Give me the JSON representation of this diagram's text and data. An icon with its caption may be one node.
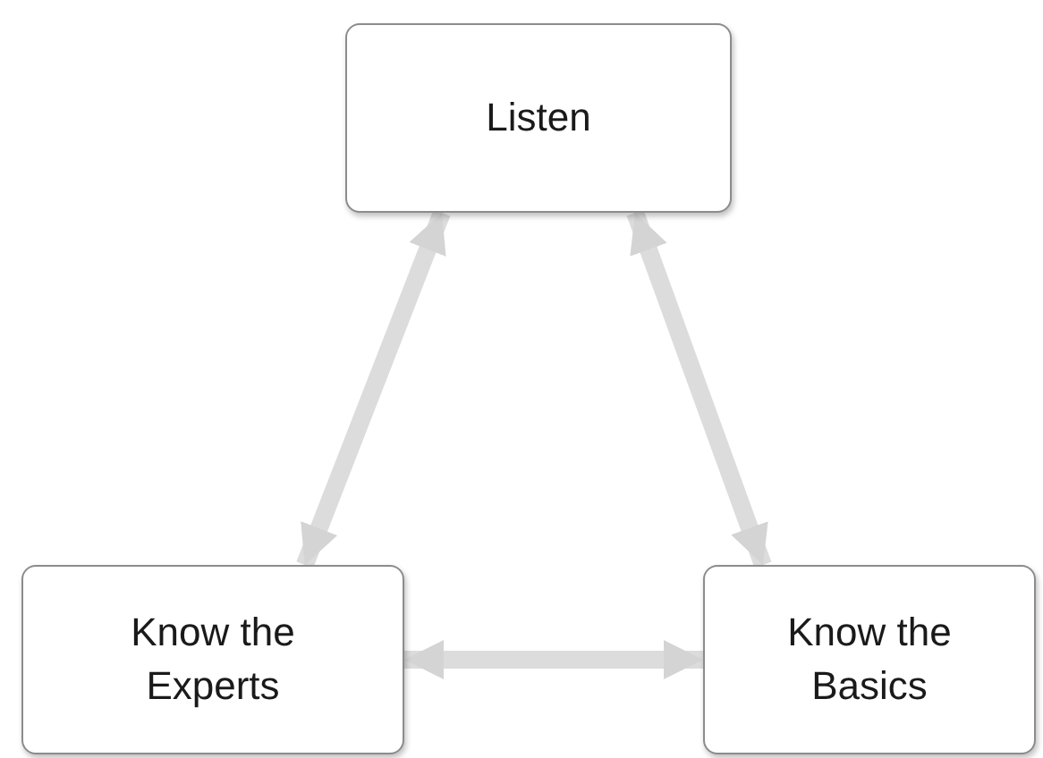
{
  "diagram": {
    "nodes": [
      {
        "text": [
          "Listen"
        ]
      },
      {
        "text": [
          "Know the Experts"
        ]
      },
      {
        "text": [
          "Know the Basics"
        ]
      }
    ],
    "edges": [
      {
        "from": 0,
        "to": 1,
        "arrow": "both"
      },
      {
        "from": 0,
        "to": 2,
        "arrow": "both"
      },
      {
        "from": 1,
        "to": 2,
        "arrow": "both"
      }
    ]
  }
}
